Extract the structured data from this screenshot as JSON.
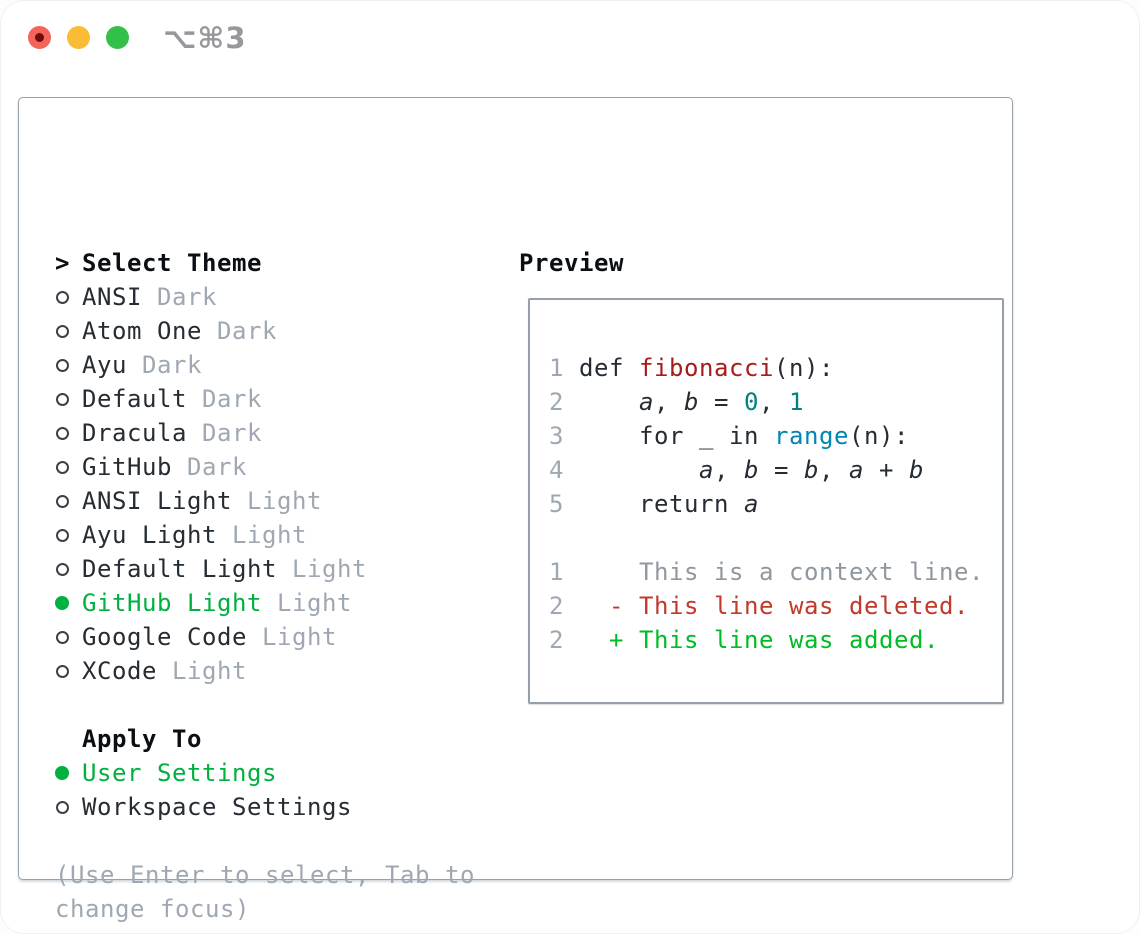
{
  "window": {
    "hotkey": "⌥⌘3",
    "traffic_lights": [
      "close",
      "minimize",
      "zoom"
    ]
  },
  "colors": {
    "accent_green": "#00b140",
    "added_green": "#00bc25",
    "deleted_red": "#c0392b",
    "function_red": "#a51d1a",
    "number_teal": "#008080",
    "builtin_blue": "#0086b3",
    "text_dark": "#262c33",
    "muted_gray": "#9fa8b2",
    "context_gray": "#8f979f",
    "border_gray": "#97a0a8",
    "traffic_red": "#f4645a",
    "traffic_yellow": "#f8bc35",
    "traffic_green": "#33c048"
  },
  "theme_menu": {
    "title_prefix": ">",
    "title": "Select Theme",
    "items": [
      {
        "name": "ANSI",
        "variant": "Dark",
        "selected": false
      },
      {
        "name": "Atom One",
        "variant": "Dark",
        "selected": false
      },
      {
        "name": "Ayu",
        "variant": "Dark",
        "selected": false
      },
      {
        "name": "Default",
        "variant": "Dark",
        "selected": false
      },
      {
        "name": "Dracula",
        "variant": "Dark",
        "selected": false
      },
      {
        "name": "GitHub",
        "variant": "Dark",
        "selected": false
      },
      {
        "name": "ANSI Light",
        "variant": "Light",
        "selected": false
      },
      {
        "name": "Ayu Light",
        "variant": "Light",
        "selected": false
      },
      {
        "name": "Default Light",
        "variant": "Light",
        "selected": false
      },
      {
        "name": "GitHub Light",
        "variant": "Light",
        "selected": true
      },
      {
        "name": "Google Code",
        "variant": "Light",
        "selected": false
      },
      {
        "name": "XCode",
        "variant": "Light",
        "selected": false
      }
    ]
  },
  "apply_to": {
    "title": "Apply To",
    "options": [
      {
        "name": "User Settings",
        "selected": true
      },
      {
        "name": "Workspace Settings",
        "selected": false
      }
    ]
  },
  "help": {
    "line1": "(Use Enter to select, Tab to",
    "line2": "change focus)"
  },
  "preview": {
    "title": "Preview",
    "lines": [
      {
        "blank": true
      },
      {
        "segs": [
          {
            "t": "1 ",
            "c": "lineno"
          },
          {
            "t": "def ",
            "c": "plain"
          },
          {
            "t": "fibonacci",
            "c": "fn"
          },
          {
            "t": "(n):",
            "c": "plain"
          }
        ]
      },
      {
        "segs": [
          {
            "t": "2 ",
            "c": "lineno"
          },
          {
            "t": "    ",
            "c": "plain"
          },
          {
            "t": "a",
            "c": "var"
          },
          {
            "t": ", ",
            "c": "plain"
          },
          {
            "t": "b",
            "c": "var"
          },
          {
            "t": " = ",
            "c": "plain"
          },
          {
            "t": "0",
            "c": "num"
          },
          {
            "t": ", ",
            "c": "plain"
          },
          {
            "t": "1",
            "c": "num"
          }
        ]
      },
      {
        "segs": [
          {
            "t": "3 ",
            "c": "lineno"
          },
          {
            "t": "    for _ in ",
            "c": "plain"
          },
          {
            "t": "range",
            "c": "builtin"
          },
          {
            "t": "(n):",
            "c": "plain"
          }
        ]
      },
      {
        "segs": [
          {
            "t": "4 ",
            "c": "lineno"
          },
          {
            "t": "        ",
            "c": "plain"
          },
          {
            "t": "a",
            "c": "var"
          },
          {
            "t": ", ",
            "c": "plain"
          },
          {
            "t": "b",
            "c": "var"
          },
          {
            "t": " = ",
            "c": "plain"
          },
          {
            "t": "b",
            "c": "var"
          },
          {
            "t": ", ",
            "c": "plain"
          },
          {
            "t": "a",
            "c": "var"
          },
          {
            "t": " + ",
            "c": "plain"
          },
          {
            "t": "b",
            "c": "var"
          }
        ]
      },
      {
        "segs": [
          {
            "t": "5 ",
            "c": "lineno"
          },
          {
            "t": "    return ",
            "c": "plain"
          },
          {
            "t": "a",
            "c": "var"
          }
        ]
      },
      {
        "blank": true
      },
      {
        "segs": [
          {
            "t": "1",
            "c": "lineno"
          },
          {
            "t": "     ",
            "c": "plain"
          },
          {
            "t": "This is a context line.",
            "c": "ctx"
          }
        ]
      },
      {
        "segs": [
          {
            "t": "2",
            "c": "lineno"
          },
          {
            "t": "   ",
            "c": "plain"
          },
          {
            "t": "- This line was deleted.",
            "c": "del"
          }
        ]
      },
      {
        "segs": [
          {
            "t": "2",
            "c": "lineno"
          },
          {
            "t": "   ",
            "c": "plain"
          },
          {
            "t": "+ This line was added.",
            "c": "add"
          }
        ]
      }
    ]
  }
}
